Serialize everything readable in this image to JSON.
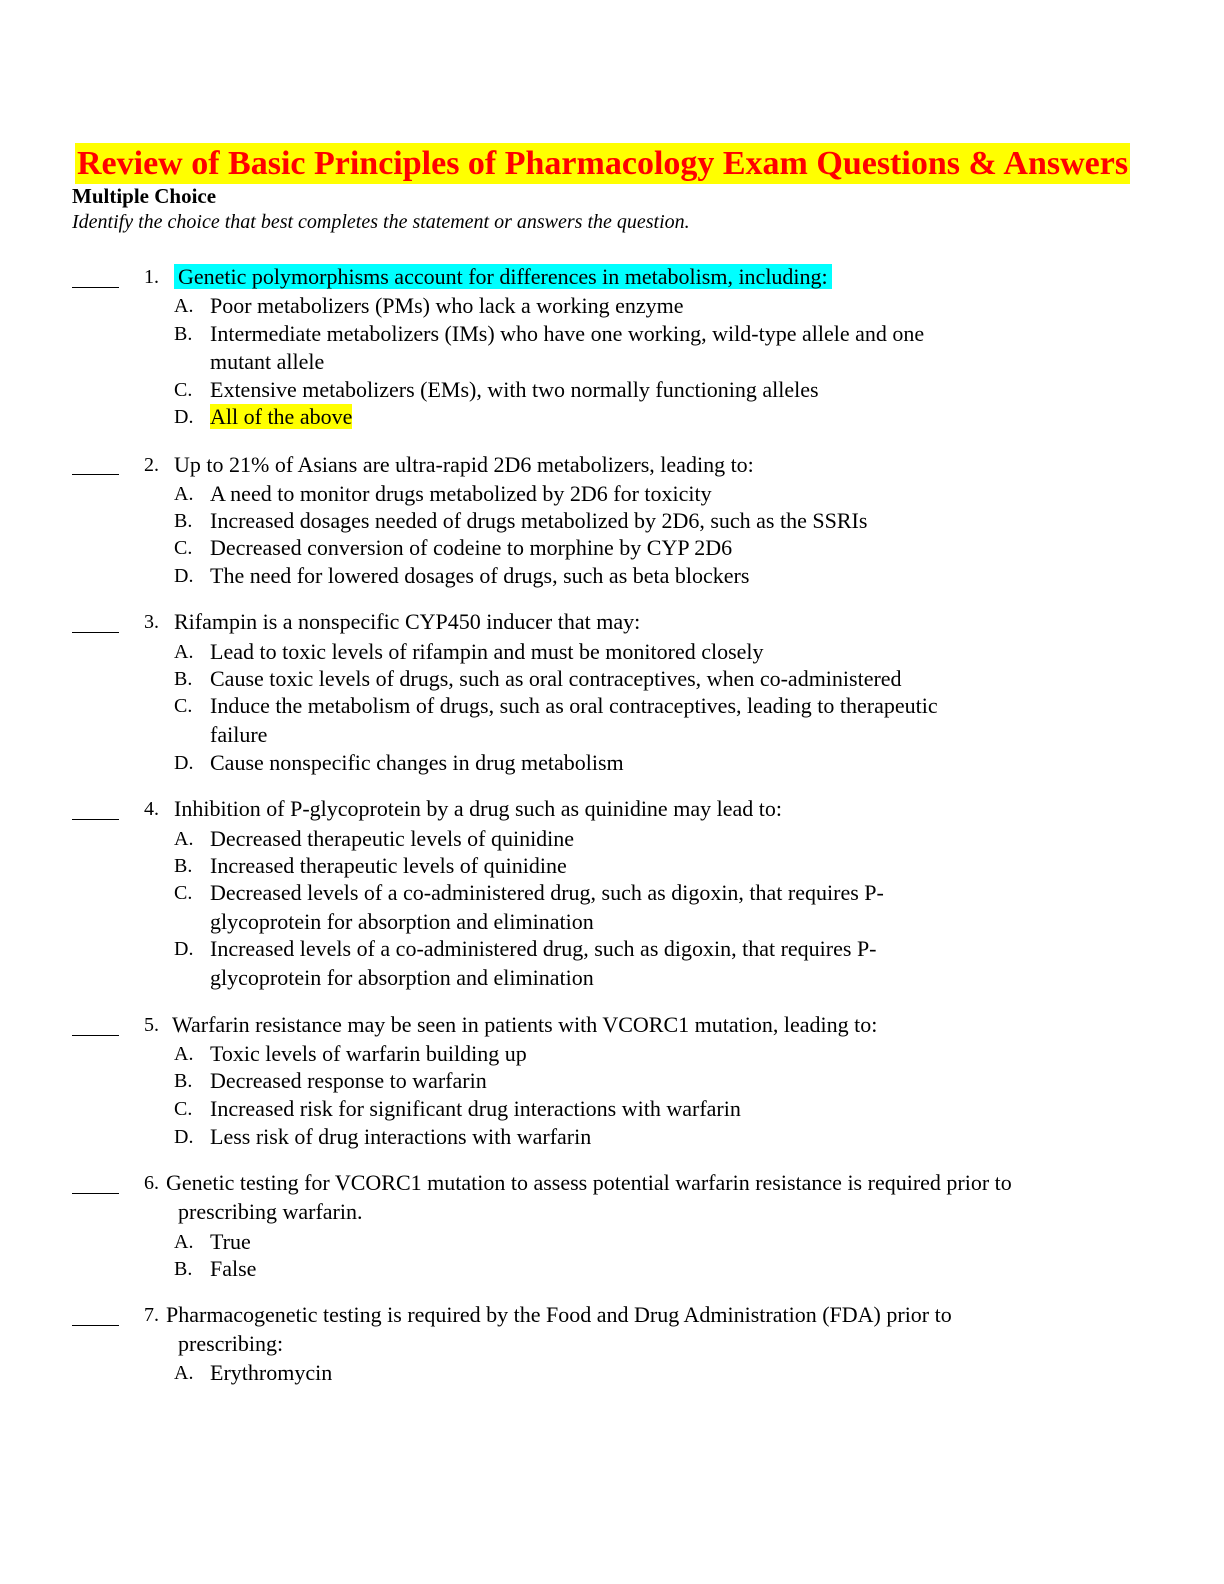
{
  "document": {
    "title": "Review of Basic Principles of Pharmacology Exam Questions & Answers",
    "section": "Multiple Choice",
    "instructions": "Identify the choice that best completes the statement or answers the question."
  },
  "questions": [
    {
      "number": "1.",
      "text": "Genetic polymorphisms account for differences in metabolism, including:",
      "options": [
        {
          "letter": "A.",
          "text": "Poor metabolizers (PMs) who lack a working enzyme"
        },
        {
          "letter": "B.",
          "line1": "Intermediate metabolizers (IMs) who have one working, wild-type allele and one",
          "line2": "mutant allele"
        },
        {
          "letter": "C.",
          "text": "Extensive metabolizers (EMs), with two normally functioning alleles"
        },
        {
          "letter": "D.",
          "text": "All of the above"
        }
      ]
    },
    {
      "number": "2.",
      "text": "Up to 21% of Asians are ultra-rapid 2D6 metabolizers, leading to:",
      "options": [
        {
          "letter": "A.",
          "text": "A need to monitor drugs metabolized by 2D6 for toxicity"
        },
        {
          "letter": "B.",
          "text": "Increased dosages needed of drugs metabolized by 2D6, such as the SSRIs"
        },
        {
          "letter": "C.",
          "text": "Decreased conversion of codeine to morphine by CYP 2D6"
        },
        {
          "letter": "D.",
          "text": "The need for lowered dosages of drugs, such as beta blockers"
        }
      ]
    },
    {
      "number": "3.",
      "text": "Rifampin is a nonspecific CYP450 inducer that may:",
      "options": [
        {
          "letter": "A.",
          "text": "Lead to toxic levels of rifampin and must be monitored closely"
        },
        {
          "letter": "B.",
          "text": "Cause toxic levels of drugs, such as oral contraceptives, when co-administered"
        },
        {
          "letter": "C.",
          "line1": "Induce the metabolism of drugs, such as oral contraceptives, leading to therapeutic",
          "line2": "failure"
        },
        {
          "letter": "D.",
          "text": "Cause nonspecific changes in drug metabolism"
        }
      ]
    },
    {
      "number": "4.",
      "text": "Inhibition of P-glycoprotein by a drug such as quinidine may lead to:",
      "options": [
        {
          "letter": "A.",
          "text": "Decreased therapeutic levels of quinidine"
        },
        {
          "letter": "B.",
          "text": "Increased therapeutic levels of quinidine"
        },
        {
          "letter": "C.",
          "line1": "Decreased levels of a co-administered drug, such as digoxin, that requires P-",
          "line2": "glycoprotein for absorption and elimination"
        },
        {
          "letter": "D.",
          "line1": "Increased levels of a co-administered drug, such as digoxin, that requires P-",
          "line2": "glycoprotein for absorption and elimination"
        }
      ]
    },
    {
      "number": "5.",
      "text": "Warfarin resistance may be seen in patients with VCORC1 mutation, leading to:",
      "options": [
        {
          "letter": "A.",
          "text": "Toxic levels of warfarin building up"
        },
        {
          "letter": "B.",
          "text": "Decreased response to warfarin"
        },
        {
          "letter": "C.",
          "text": "Increased risk for significant drug interactions with warfarin"
        },
        {
          "letter": "D.",
          "text": "Less risk of drug interactions with warfarin"
        }
      ]
    },
    {
      "number": "6.",
      "line1": "Genetic testing for VCORC1 mutation to assess potential warfarin resistance is required prior to",
      "line2": "prescribing warfarin.",
      "options": [
        {
          "letter": "A.",
          "text": "True"
        },
        {
          "letter": "B.",
          "text": "False"
        }
      ]
    },
    {
      "number": "7.",
      "line1": "Pharmacogenetic testing is required by the Food and Drug Administration (FDA) prior to",
      "line2": "prescribing:",
      "options": [
        {
          "letter": "A.",
          "text": "Erythromycin"
        }
      ]
    }
  ]
}
